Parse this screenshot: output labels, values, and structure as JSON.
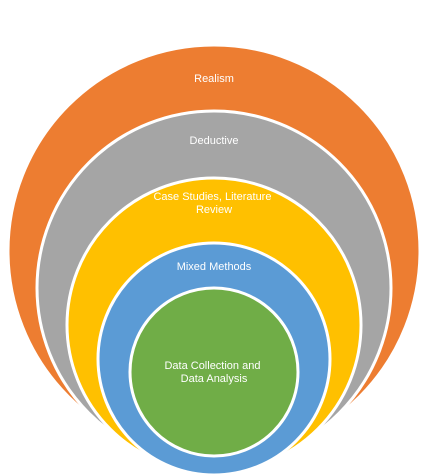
{
  "diagram": {
    "layers": [
      {
        "label_lines": [
          "Realism"
        ],
        "color": "#ED7D31"
      },
      {
        "label_lines": [
          "Deductive"
        ],
        "color": "#A5A5A5"
      },
      {
        "label_lines": [
          "Case Studies, Literature",
          "Review"
        ],
        "color": "#FFC000"
      },
      {
        "label_lines": [
          "Mixed Methods"
        ],
        "color": "#5B9BD5"
      },
      {
        "label_lines": [
          "Data Collection and",
          "Data Analysis"
        ],
        "color": "#70AD47"
      }
    ],
    "ring_stroke_color": "#FFFFFF"
  }
}
